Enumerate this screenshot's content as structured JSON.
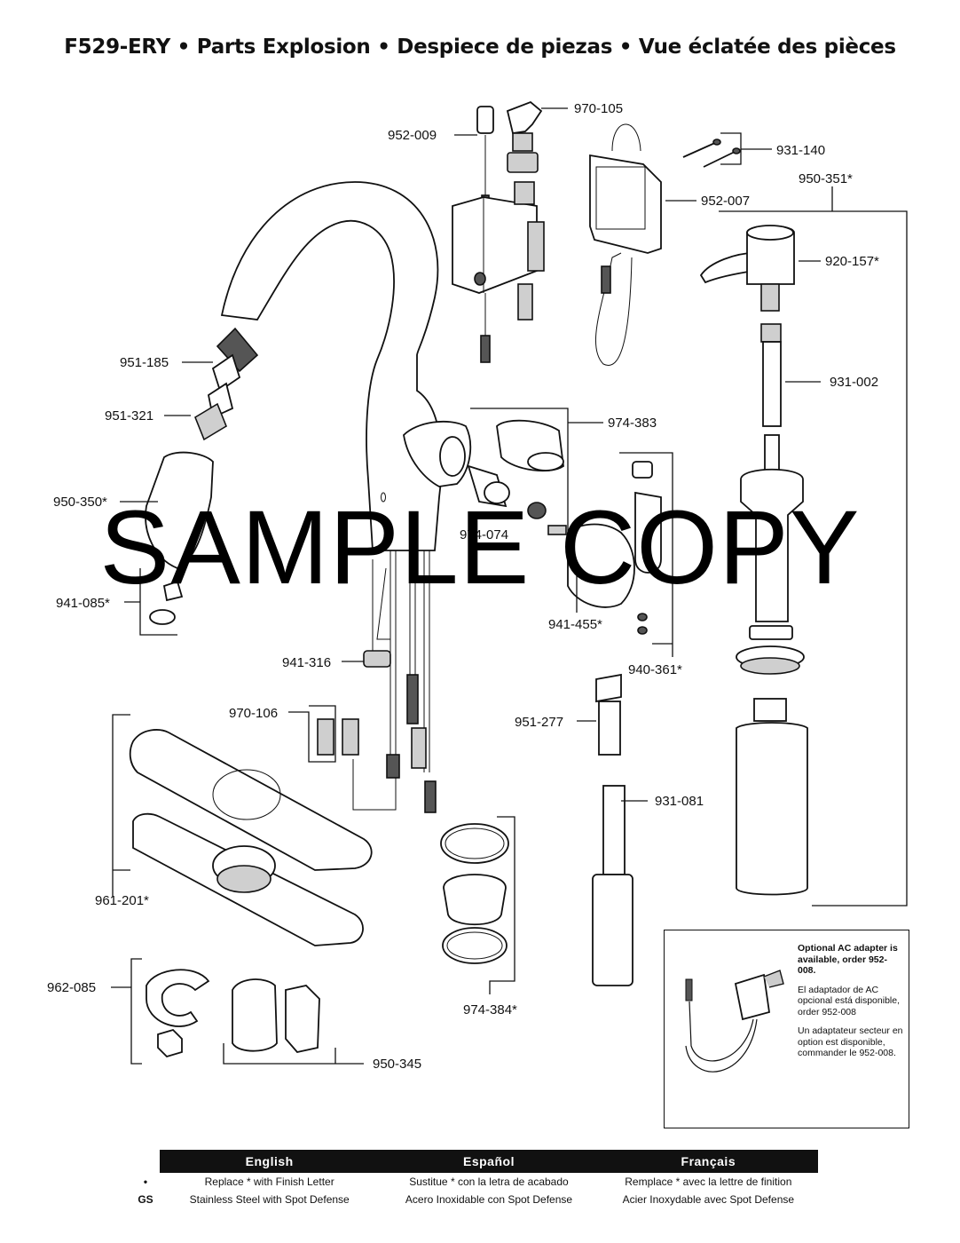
{
  "title": "F529-ERY • Parts Explosion • Despiece de piezas • Vue éclatée des pièces",
  "part_labels": {
    "p970_105": "970-105",
    "p952_009": "952-009",
    "p931_140": "931-140",
    "p950_351": "950-351*",
    "p952_007": "952-007",
    "p920_157": "920-157*",
    "p951_185": "951-185",
    "p931_002": "931-002",
    "p951_321": "951-321",
    "p974_383": "974-383",
    "p950_350": "950-350*",
    "p974_074": "974-074",
    "p941_085": "941-085*",
    "p941_455": "941-455*",
    "p941_316": "941-316",
    "p940_361": "940-361*",
    "p970_106": "970-106",
    "p951_277": "951-277",
    "p931_081": "931-081",
    "p961_201": "961-201*",
    "p962_085": "962-085",
    "p974_384": "974-384*",
    "p950_345": "950-345"
  },
  "watermark": "SAMPLE COPY",
  "ac_adapter": {
    "en": "Optional AC adapter is available, order 952-008.",
    "es": "El adaptador de AC opcional está disponible, order 952-008",
    "fr": "Un adaptateur secteur en option est disponible, commander le 952-008."
  },
  "legend": {
    "headers": [
      "English",
      "Español",
      "Français"
    ],
    "rows": [
      {
        "key": "•",
        "en": "Replace * with Finish Letter",
        "es": "Sustitue * con la letra de acabado",
        "fr": "Remplace * avec la lettre de finition"
      },
      {
        "key": "GS",
        "en": "Stainless Steel with Spot Defense",
        "es": "Acero Inoxidable con Spot Defense",
        "fr": "Acier Inoxydable avec Spot Defense"
      }
    ]
  }
}
